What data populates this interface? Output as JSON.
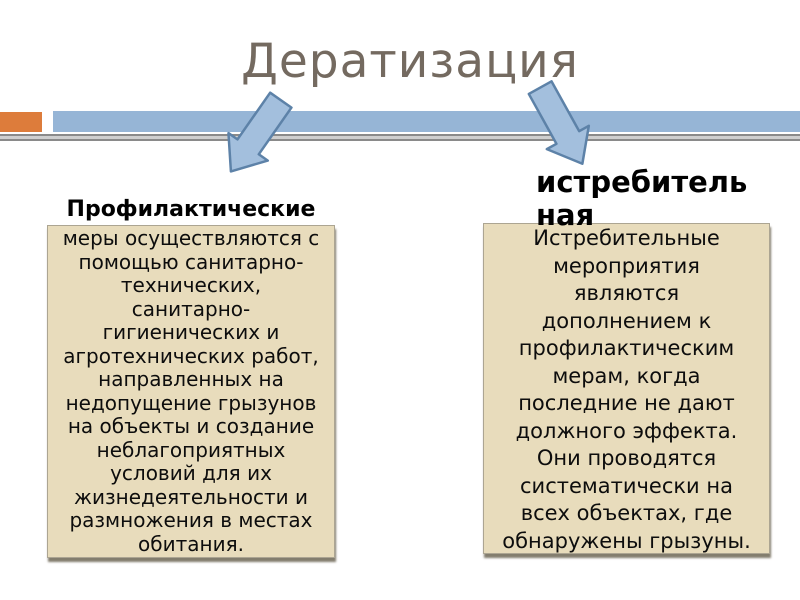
{
  "slide": {
    "title": "Дератизация",
    "left": {
      "heading": "Профилактические",
      "body": "меры осуществляются с\nпомощью санитарно-\nтехнических,\nсанитарно-\nгигиенических и\nагротехнических работ,\nнаправленных на\nнедопущение грызунов\nна объекты и создание\nнеблагоприятных\nусловий для их\nжизнедеятельности и\nразмножения в местах\nобитания."
    },
    "right": {
      "heading": "истребитель\nная",
      "body": "Истребительные\nмероприятия\nявляются\nдополнением к\nпрофилактическим\nмерам, когда\nпоследние не дают\nдолжного эффекта.\nОни проводятся\nсистематически на\nвсех объектах, где\nобнаружены грызуны."
    },
    "icons": {
      "left_arrow": "block-arrow-down-left",
      "right_arrow": "block-arrow-down-right"
    },
    "colors": {
      "title": "#746a60",
      "bar_blue": "#96b5d6",
      "bar_orange": "#dd7c3b",
      "line_gray": "#8a8a8a",
      "line_gray_light": "#cfcfcf",
      "box_fill": "#e8dcbc",
      "box_border": "#aca592",
      "box_shadow": "#837d6e",
      "arrow_fill": "#a3bfdd",
      "arrow_stroke": "#5d82a8"
    }
  }
}
